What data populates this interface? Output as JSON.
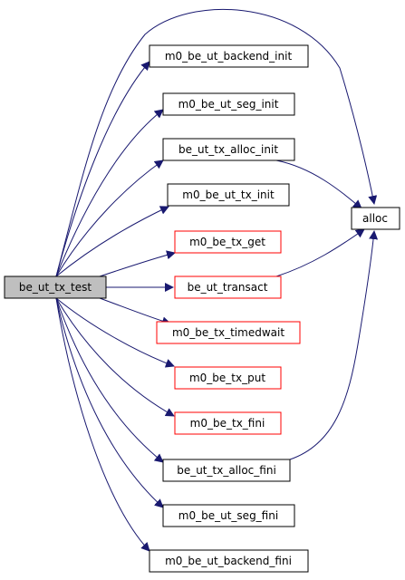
{
  "colors": {
    "edge": "#191970",
    "border_default": "#000000",
    "border_highlight": "#ff0000",
    "root_fill": "#bfbfbf",
    "node_fill": "#ffffff"
  },
  "root": {
    "label": "be_ut_tx_test"
  },
  "callees": [
    {
      "id": "m0_be_ut_backend_init",
      "label": "m0_be_ut_backend_init",
      "border": "default"
    },
    {
      "id": "m0_be_ut_seg_init",
      "label": "m0_be_ut_seg_init",
      "border": "default"
    },
    {
      "id": "be_ut_tx_alloc_init",
      "label": "be_ut_tx_alloc_init",
      "border": "default"
    },
    {
      "id": "m0_be_ut_tx_init",
      "label": "m0_be_ut_tx_init",
      "border": "default"
    },
    {
      "id": "m0_be_tx_get",
      "label": "m0_be_tx_get",
      "border": "highlight"
    },
    {
      "id": "be_ut_transact",
      "label": "be_ut_transact",
      "border": "highlight"
    },
    {
      "id": "m0_be_tx_timedwait",
      "label": "m0_be_tx_timedwait",
      "border": "highlight"
    },
    {
      "id": "m0_be_tx_put",
      "label": "m0_be_tx_put",
      "border": "highlight"
    },
    {
      "id": "m0_be_tx_fini",
      "label": "m0_be_tx_fini",
      "border": "highlight"
    },
    {
      "id": "be_ut_tx_alloc_fini",
      "label": "be_ut_tx_alloc_fini",
      "border": "default"
    },
    {
      "id": "m0_be_ut_seg_fini",
      "label": "m0_be_ut_seg_fini",
      "border": "default"
    },
    {
      "id": "m0_be_ut_backend_fini",
      "label": "m0_be_ut_backend_fini",
      "border": "default"
    }
  ],
  "leaf": {
    "id": "alloc",
    "label": "alloc",
    "border": "default"
  },
  "edges": [
    {
      "from": "be_ut_tx_test",
      "to": "alloc"
    },
    {
      "from": "be_ut_tx_test",
      "to": "m0_be_ut_backend_init"
    },
    {
      "from": "be_ut_tx_test",
      "to": "m0_be_ut_seg_init"
    },
    {
      "from": "be_ut_tx_test",
      "to": "be_ut_tx_alloc_init"
    },
    {
      "from": "be_ut_tx_test",
      "to": "m0_be_ut_tx_init"
    },
    {
      "from": "be_ut_tx_test",
      "to": "m0_be_tx_get"
    },
    {
      "from": "be_ut_tx_test",
      "to": "be_ut_transact"
    },
    {
      "from": "be_ut_tx_test",
      "to": "m0_be_tx_timedwait"
    },
    {
      "from": "be_ut_tx_test",
      "to": "m0_be_tx_put"
    },
    {
      "from": "be_ut_tx_test",
      "to": "m0_be_tx_fini"
    },
    {
      "from": "be_ut_tx_test",
      "to": "be_ut_tx_alloc_fini"
    },
    {
      "from": "be_ut_tx_test",
      "to": "m0_be_ut_seg_fini"
    },
    {
      "from": "be_ut_tx_test",
      "to": "m0_be_ut_backend_fini"
    },
    {
      "from": "be_ut_tx_alloc_init",
      "to": "alloc"
    },
    {
      "from": "be_ut_transact",
      "to": "alloc"
    },
    {
      "from": "be_ut_tx_alloc_fini",
      "to": "alloc"
    }
  ]
}
